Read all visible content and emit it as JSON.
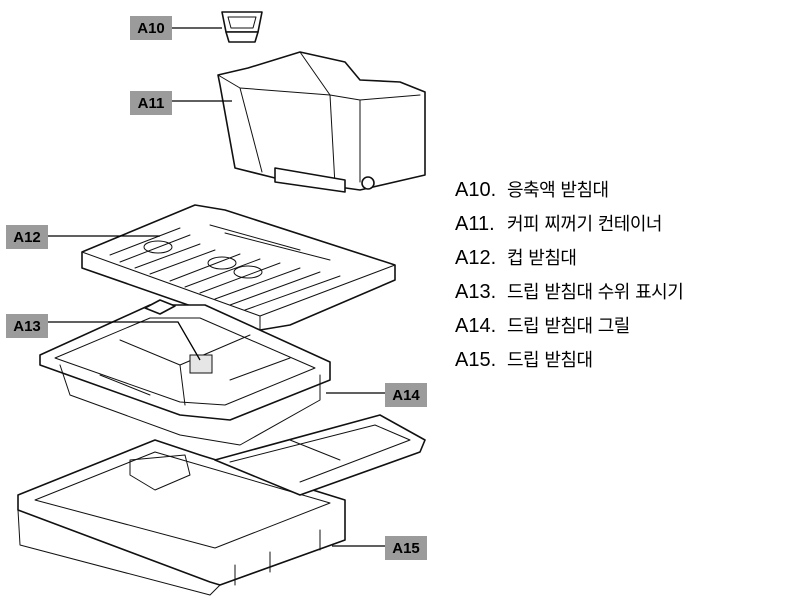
{
  "callouts": [
    {
      "id": "A10",
      "text": "A10"
    },
    {
      "id": "A11",
      "text": "A11"
    },
    {
      "id": "A12",
      "text": "A12"
    },
    {
      "id": "A13",
      "text": "A13"
    },
    {
      "id": "A14",
      "text": "A14"
    },
    {
      "id": "A15",
      "text": "A15"
    }
  ],
  "legend": [
    {
      "code": "A10.",
      "label": "응축액 받침대"
    },
    {
      "code": "A11.",
      "label": "커피 찌꺼기 컨테이너"
    },
    {
      "code": "A12.",
      "label": "컵 받침대"
    },
    {
      "code": "A13.",
      "label": "드립 받침대 수위 표시기"
    },
    {
      "code": "A14.",
      "label": "드립 받침대 그릴"
    },
    {
      "code": "A15.",
      "label": "드립 받침대"
    }
  ],
  "colors": {
    "callout_fill": "#9b9b9b",
    "line": "#111111"
  }
}
